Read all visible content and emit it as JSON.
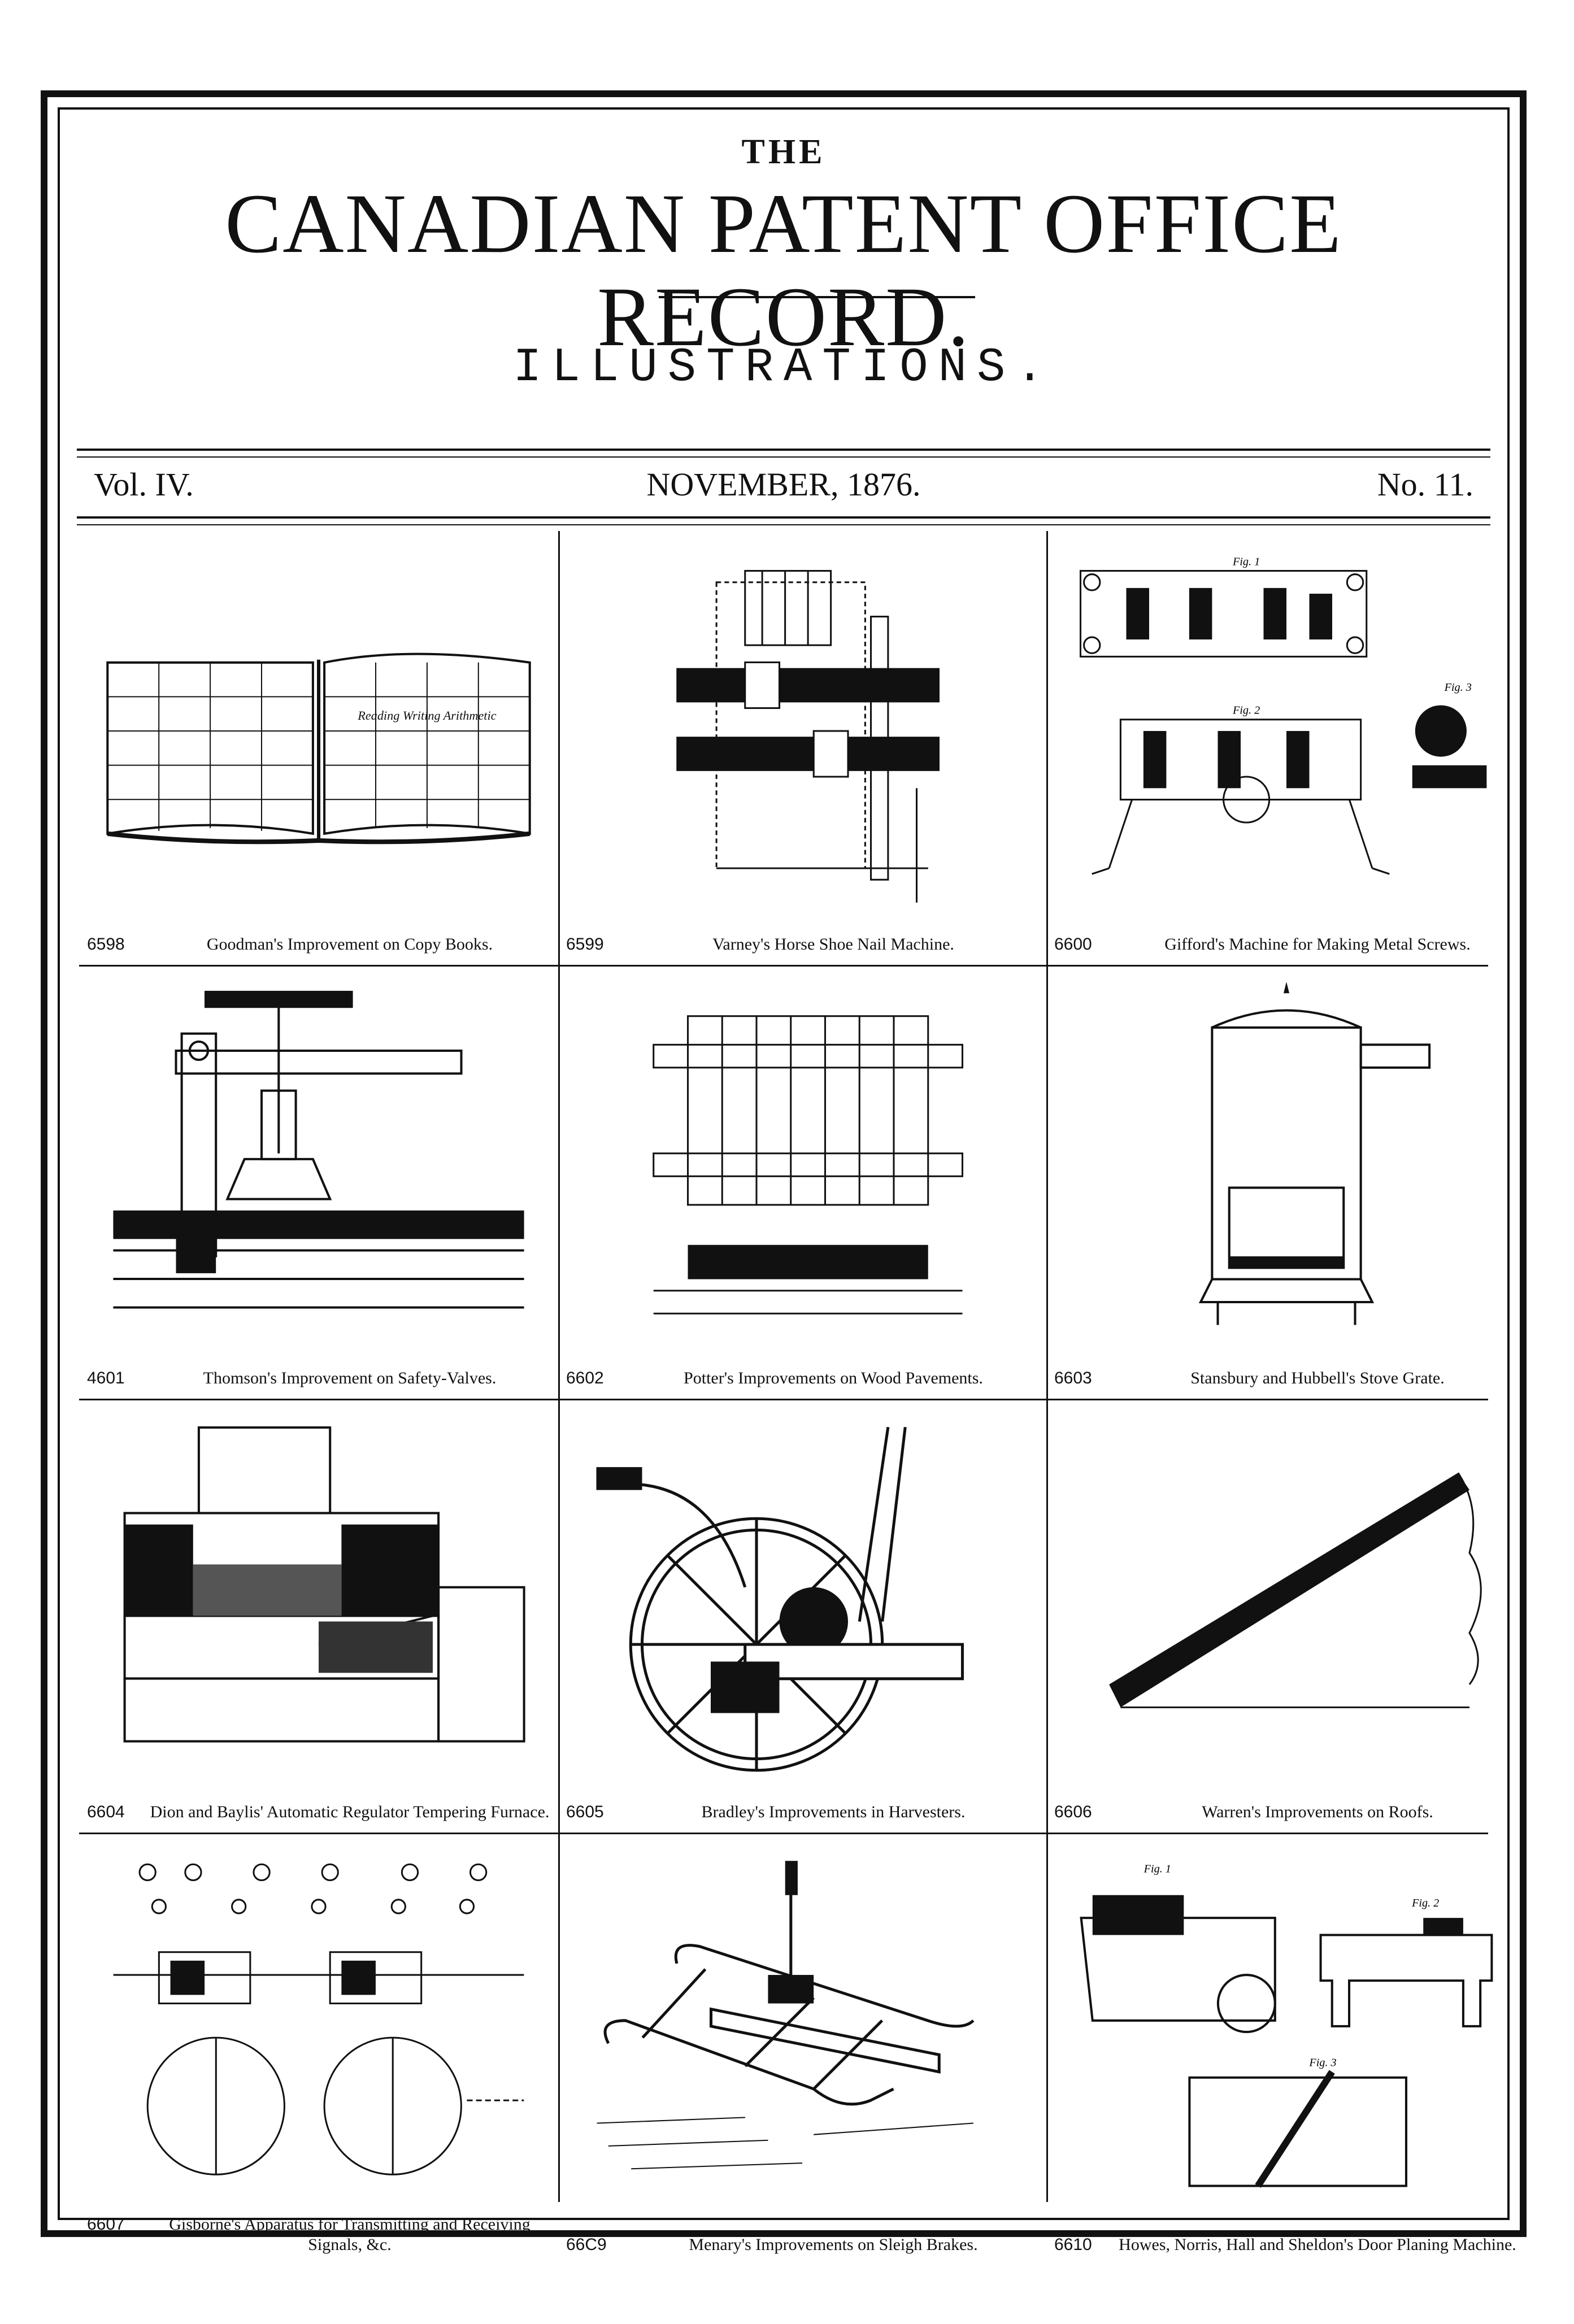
{
  "header": {
    "the": "THE",
    "title": "CANADIAN PATENT OFFICE RECORD.",
    "subtitle": "ILLUSTRATIONS.",
    "volume": "Vol. IV.",
    "date": "NOVEMBER, 1876.",
    "number": "No. 11."
  },
  "figures": [
    {
      "number": "6598",
      "caption": "Goodman's Improvement on Copy Books."
    },
    {
      "number": "6599",
      "caption": "Varney's Horse Shoe Nail Machine."
    },
    {
      "number": "6600",
      "caption": "Gifford's Machine for Making Metal Screws."
    },
    {
      "number": "4601",
      "caption": "Thomson's Improvement on Safety-Valves."
    },
    {
      "number": "6602",
      "caption": "Potter's Improvements on Wood Pavements."
    },
    {
      "number": "6603",
      "caption": "Stansbury and Hubbell's Stove Grate."
    },
    {
      "number": "6604",
      "caption": "Dion and Baylis' Automatic Regulator Tempering Furnace."
    },
    {
      "number": "6605",
      "caption": "Bradley's Improvements in Harvesters."
    },
    {
      "number": "6606",
      "caption": "Warren's Improvements on Roofs."
    },
    {
      "number": "6607",
      "caption": "Gisborne's Apparatus for Transmitting and Receiving Signals, &c."
    },
    {
      "number": "66C9",
      "caption": "Menary's Improvements on Sleigh Brakes."
    },
    {
      "number": "6610",
      "caption": "Howes, Norris, Hall and Sheldon's Door Planing Machine."
    }
  ],
  "labels": {
    "fig1": "Fig. 1",
    "fig2": "Fig. 2",
    "fig3": "Fig. 3",
    "copybook_script": "Reading Writing Arithmetic"
  }
}
